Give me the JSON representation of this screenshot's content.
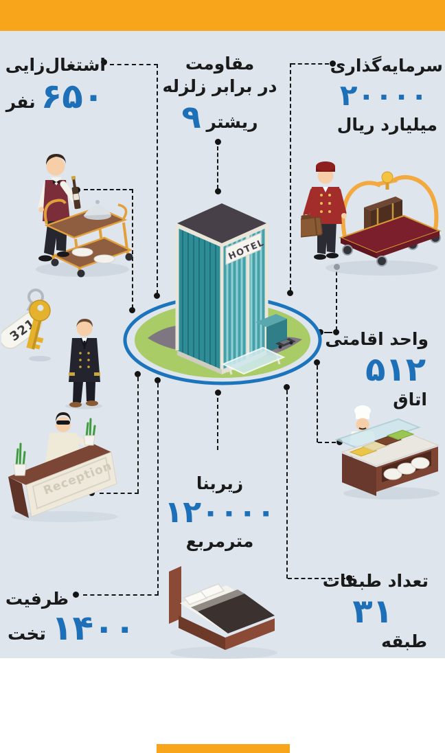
{
  "colors": {
    "top_bar": "#f8a51b",
    "background": "#dee5ec",
    "number_blue": "#1d6fb8",
    "ring_blue": "#1c75bc",
    "text": "#1a1a1a"
  },
  "stats": {
    "employment": {
      "label": "اشتغال‌زایی",
      "value": "۶۵۰",
      "unit": "نفر"
    },
    "earthquake": {
      "label_line1": "مقاومت",
      "label_line2": "در برابر زلزله",
      "value": "۹",
      "unit": "ریشتر"
    },
    "investment": {
      "label": "سرمایه‌گذاری",
      "value": "۲۰۰۰۰",
      "unit": "میلیارد ریال"
    },
    "rooms": {
      "label": "واحد اقامتی",
      "value": "۵۱۲",
      "unit": "اتاق"
    },
    "floors": {
      "label": "تعداد طبقات",
      "value": "۳۱",
      "unit": "طبقه"
    },
    "area": {
      "label": "زیربنا",
      "value": "۱۲۰۰۰۰",
      "unit": "مترمربع"
    },
    "capacity": {
      "label": "ظرفیت",
      "value": "۱۴۰۰",
      "unit": "تخت"
    }
  },
  "illustration_text": {
    "hotel_sign": "HOTEL",
    "key_tag": "321",
    "reception_sign": "Reception"
  }
}
